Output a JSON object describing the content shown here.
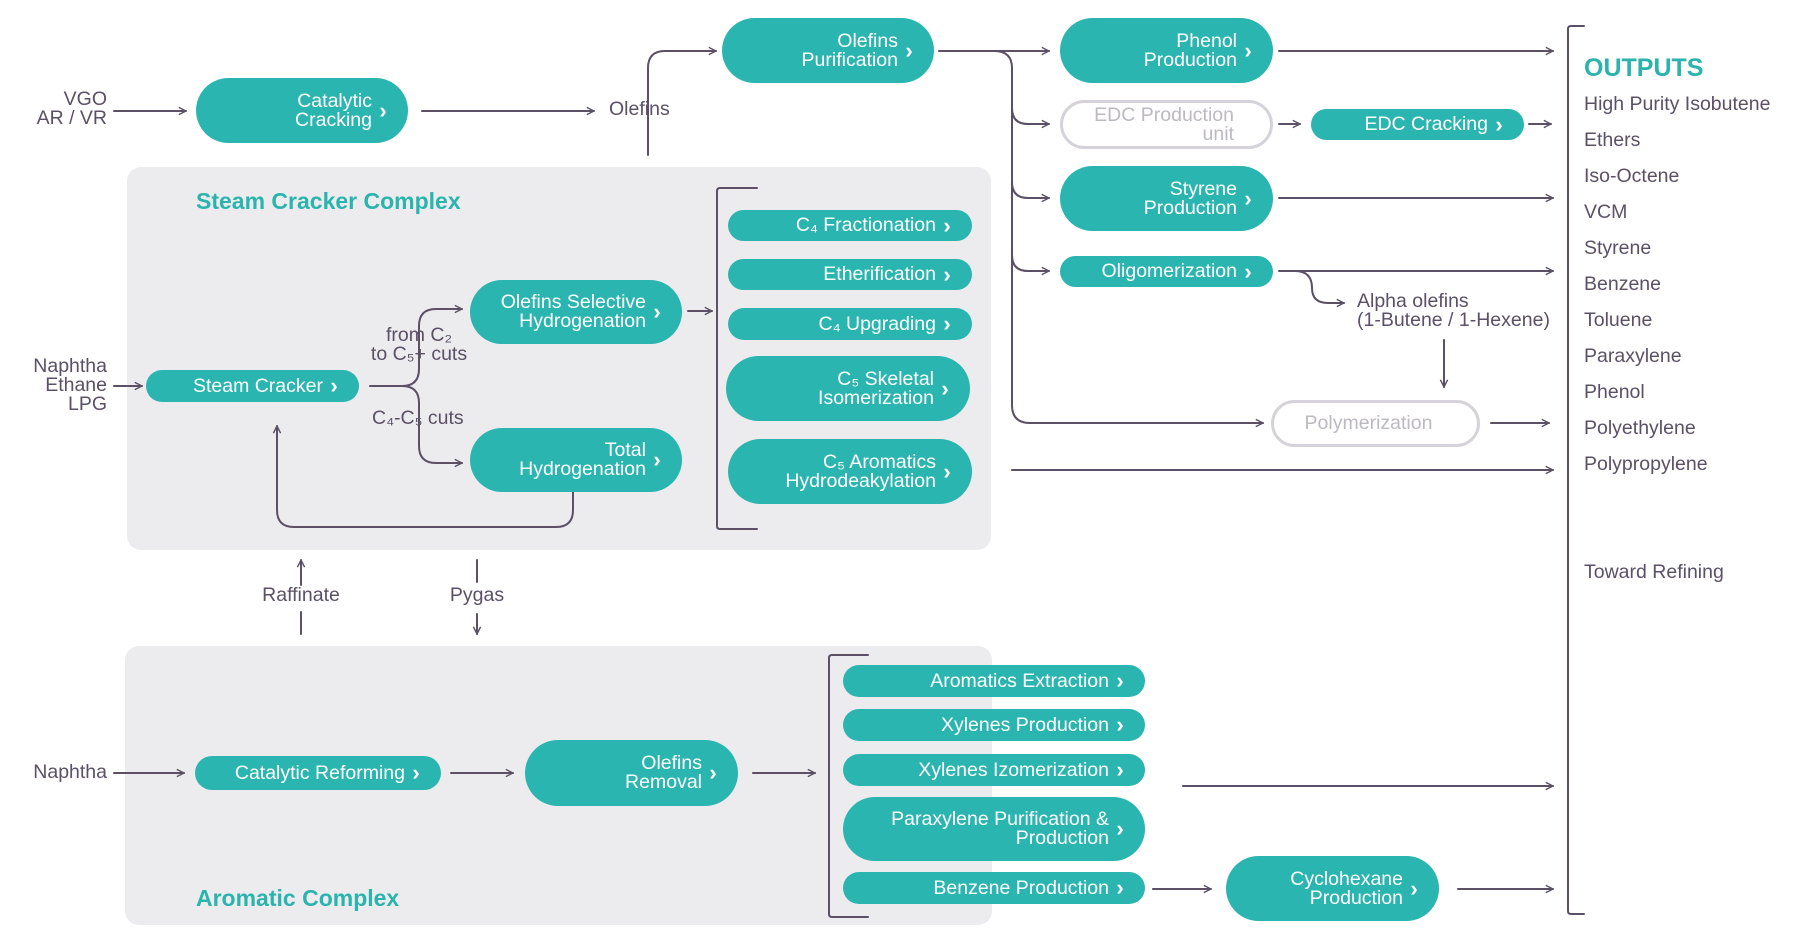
{
  "complexes": {
    "steam": "Steam Cracker Complex",
    "aromatic": "Aromatic Complex"
  },
  "inputs": {
    "vgo": [
      "VGO",
      "AR / VR"
    ],
    "naphtha_top": [
      "Naphtha",
      "Ethane",
      "LPG"
    ],
    "naphtha_bottom": [
      "Naphtha"
    ]
  },
  "units": {
    "catalytic_cracking": "Catalytic\nCracking",
    "olefins_purification": "Olefins\nPurification",
    "phenol_production": "Phenol\nProduction",
    "edc_production_unit": "EDC Production\nunit",
    "edc_cracking": "EDC Cracking",
    "styrene_production": "Styrene\nProduction",
    "oligomerization": "Oligomerization",
    "polymerization": "Polymerization",
    "steam_cracker": "Steam Cracker",
    "olefins_selective_hydrogenation": "Olefins Selective\nHydrogenation",
    "total_hydrogenation": "Total\nHydrogenation",
    "c4_fractionation": "C₄ Fractionation",
    "etherification": "Etherification",
    "c4_upgrading": "C₄ Upgrading",
    "c5_skeletal_isomerization": "C₅ Skeletal\nIsomerization",
    "c5_aromatics_hydrodealkylation": "C₅ Aromatics\nHydrodeakylation",
    "catalytic_reforming": "Catalytic Reforming",
    "olefins_removal": "Olefins\nRemoval",
    "aromatics_extraction": "Aromatics Extraction",
    "xylenes_production": "Xylenes Production",
    "xylenes_izomerization": "Xylenes Izomerization",
    "paraxylene_purification": "Paraxylene Purification &\nProduction",
    "benzene_production": "Benzene Production",
    "cyclohexane_production": "Cyclohexane\nProduction"
  },
  "labels": {
    "olefins": "Olefins",
    "alpha_olefins": "Alpha olefins\n(1-Butene / 1-Hexene)",
    "from_c2": "from C₂\nto C₅+ cuts",
    "c4_c5_cuts": "C₄-C₅ cuts",
    "raffinate": "Raffinate",
    "pygas": "Pygas"
  },
  "outputs": {
    "title": "OUTPUTS",
    "items": [
      "High Purity Isobutene",
      "Ethers",
      "Iso-Octene",
      "VCM",
      "Styrene",
      "Benzene",
      "Toluene",
      "Paraxylene",
      "Phenol",
      "Polyethylene",
      "Polypropylene"
    ],
    "toward_refining": "Toward Refining"
  },
  "colors": {
    "teal": "#2bb5b0",
    "line": "#5b5066",
    "panel": "#ececef",
    "disabled": "#d5d2d9"
  }
}
